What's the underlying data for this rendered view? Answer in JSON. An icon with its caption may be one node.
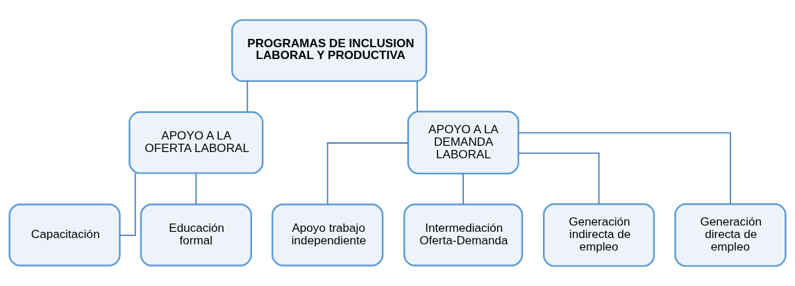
{
  "diagram": {
    "nodes": [
      {
        "text": [
          "PROGRAMAS DE INCLUSION LABORAL Y PRODUCTIVA"
        ]
      },
      {
        "text": [
          "APOYO A LA OFERTA LABORAL"
        ]
      },
      {
        "text": [
          "APOYO A LA DEMANDA LABORAL"
        ]
      },
      {
        "text": [
          "Capacitación"
        ]
      },
      {
        "text": [
          "Educación formal"
        ]
      },
      {
        "text": [
          "Apoyo trabajo independiente"
        ]
      },
      {
        "text": [
          "Intermediación Oferta-Demanda"
        ]
      },
      {
        "text": [
          "Generación indirecta de empleo"
        ]
      },
      {
        "text": [
          "Generación directa de empleo"
        ]
      }
    ],
    "edges": [
      {
        "from": 0,
        "to": 1,
        "arrow": "none"
      },
      {
        "from": 0,
        "to": 2,
        "arrow": "none"
      },
      {
        "from": 1,
        "to": 3,
        "arrow": "none"
      },
      {
        "from": 1,
        "to": 4,
        "arrow": "none"
      },
      {
        "from": 2,
        "to": 5,
        "arrow": "none"
      },
      {
        "from": 2,
        "to": 6,
        "arrow": "none"
      },
      {
        "from": 2,
        "to": 7,
        "arrow": "none"
      },
      {
        "from": 2,
        "to": 8,
        "arrow": "none"
      }
    ]
  }
}
